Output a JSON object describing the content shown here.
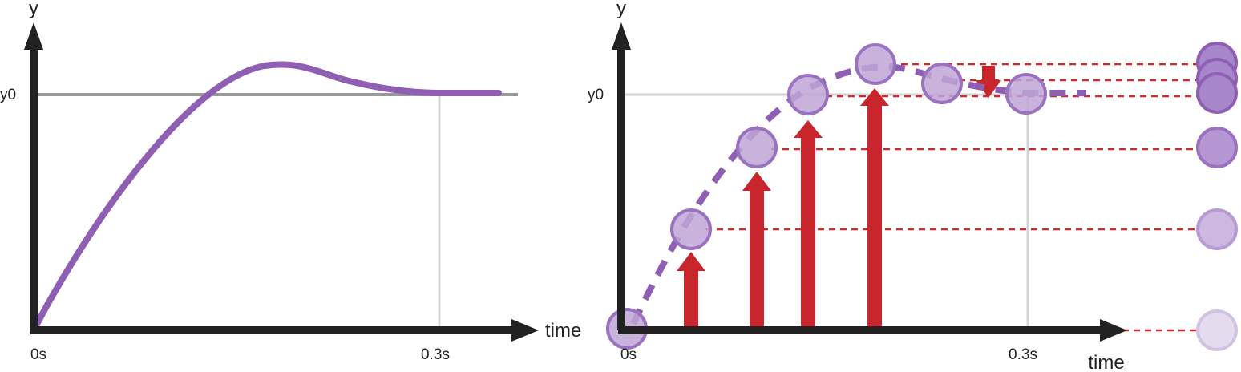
{
  "left_panel": {
    "y_axis_label": "y",
    "x_axis_label": "time",
    "target_label": "y0",
    "origin_label": "0s",
    "end_label": "0.3s"
  },
  "right_panel": {
    "y_axis_label": "y",
    "x_axis_label": "time",
    "target_label": "y0",
    "origin_label": "0s",
    "end_label": "0.3s"
  },
  "colors": {
    "axis": "#222222",
    "curve": "#8f5fb3",
    "target_line": "#999999",
    "guide": "#d3d3d3",
    "arrow": "#c8262c",
    "sample_fill": "#c0a6d6",
    "sample_stroke": "#9a72c0",
    "dashed_level": "#d0282e"
  },
  "icons": {
    "axis_arrowhead": "triangle-arrowhead-icon",
    "velocity_arrow": "red-arrow-icon",
    "sample_marker": "circle-icon"
  }
}
